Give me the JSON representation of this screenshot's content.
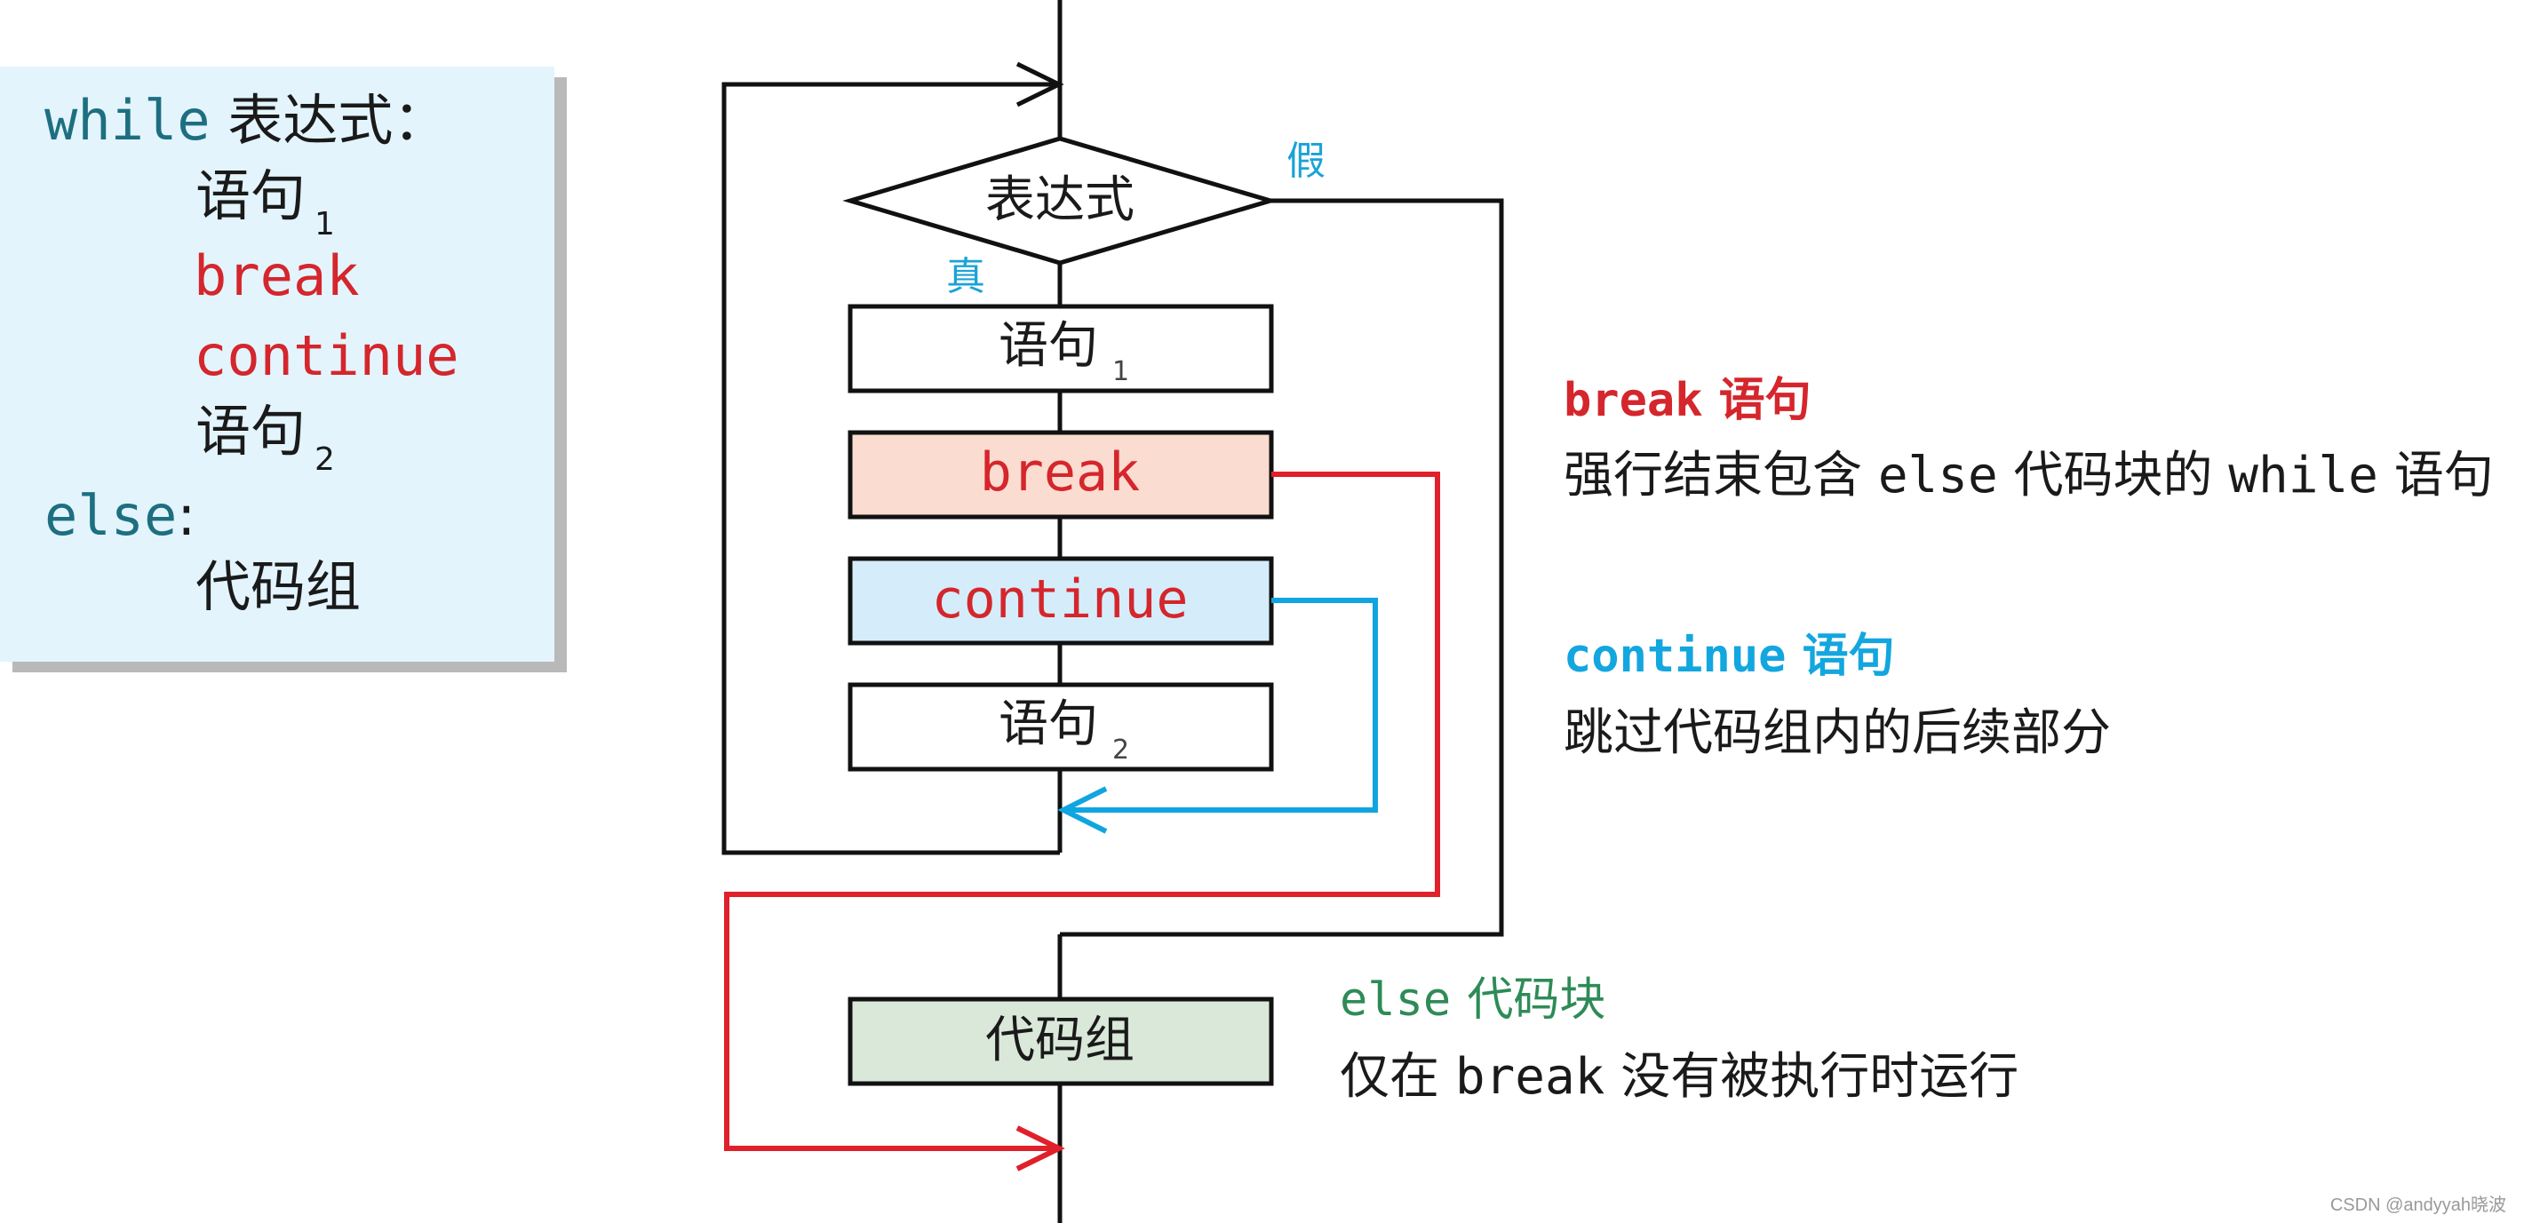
{
  "code": {
    "line1_kw": "while",
    "line1_rest": "表达式：",
    "line2": "语句",
    "line2_sub": "1",
    "line3": "break",
    "line4": "continue",
    "line5": "语句",
    "line5_sub": "2",
    "line6_kw": "else",
    "line6_rest": ":",
    "line7": "代码组"
  },
  "flow": {
    "condition": "表达式",
    "true_label": "真",
    "false_label": "假",
    "stmt1": "语句",
    "stmt1_sub": "1",
    "break": "break",
    "continue": "continue",
    "stmt2": "语句",
    "stmt2_sub": "2",
    "else_block": "代码组"
  },
  "notes": {
    "break_title_kw": "break",
    "break_title_rest": "语句",
    "break_body_a": "强行结束包含",
    "break_body_b": "else",
    "break_body_c": "代码块的",
    "break_body_d": "while",
    "break_body_e": "语句",
    "continue_title_kw": "continue",
    "continue_title_rest": "语句",
    "continue_body": "跳过代码组内的后续部分",
    "else_title_kw": "else",
    "else_title_rest": "代码块",
    "else_body_a": "仅在",
    "else_body_b": "break",
    "else_body_c": "没有被执行时运行"
  },
  "footer": "CSDN @andyyah晓波",
  "colors": {
    "break_fill": "#fadcd0",
    "continue_fill": "#d5edfa",
    "else_fill": "#d9e8d9",
    "red_line": "#e0202a",
    "cyan_line": "#11a5e0",
    "code_bg": "#e3f4fd"
  }
}
